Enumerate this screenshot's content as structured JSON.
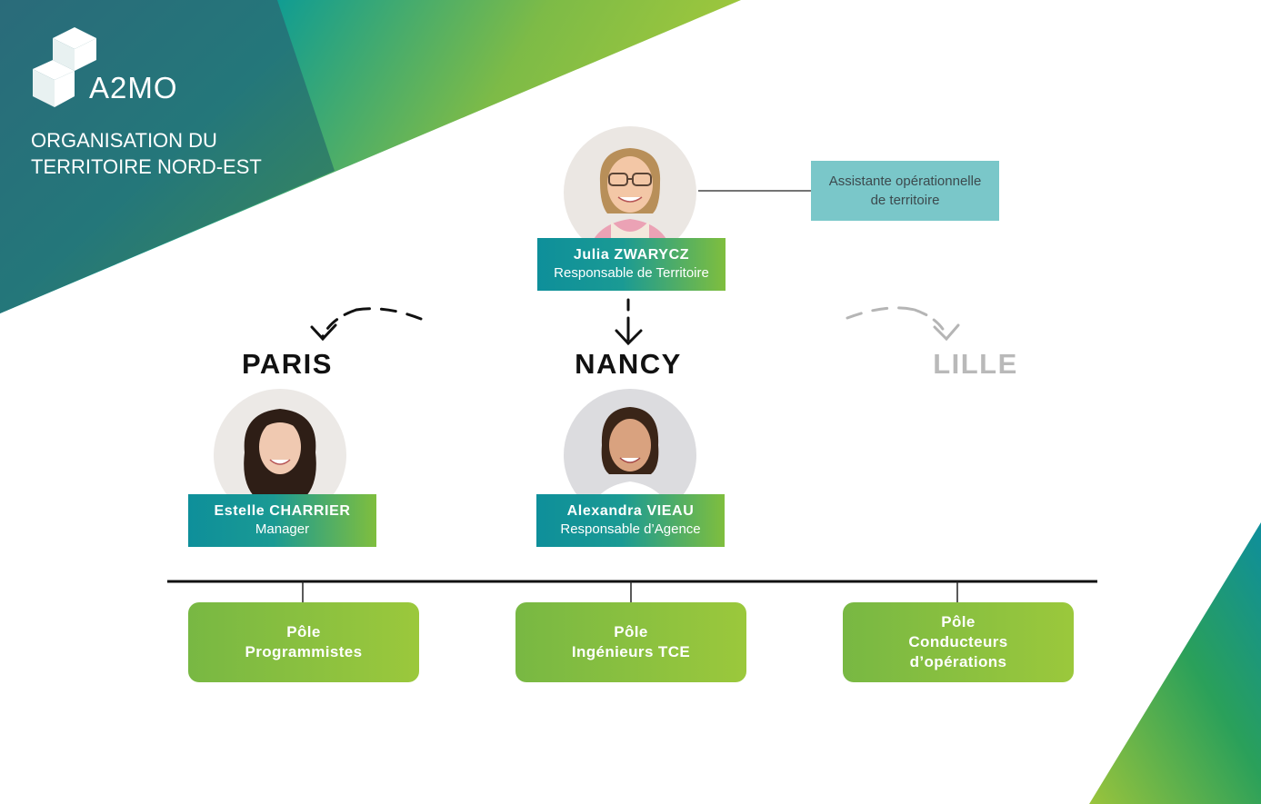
{
  "brand": {
    "name": "A2MO"
  },
  "title": {
    "line1": "ORGANISATION DU",
    "line2": "TERRITOIRE NORD-EST"
  },
  "head": {
    "name": "Julia ZWARYCZ",
    "role": "Responsable de Territoire"
  },
  "assistant": {
    "line1": "Assistante opérationnelle",
    "line2": "de territoire"
  },
  "cities": {
    "paris": "PARIS",
    "nancy": "NANCY",
    "lille": "LILLE"
  },
  "paris_manager": {
    "name": "Estelle CHARRIER",
    "role": "Manager"
  },
  "nancy_manager": {
    "name": "Alexandra VIEAU",
    "role": "Responsable d’Agence"
  },
  "poles": [
    {
      "line1": "Pôle",
      "line2": "Programmistes",
      "line3": ""
    },
    {
      "line1": "Pôle",
      "line2": "Ingénieurs TCE",
      "line3": ""
    },
    {
      "line1": "Pôle",
      "line2": "Conducteurs",
      "line3": "d’opérations"
    }
  ],
  "colors": {
    "teal": "#0e8f9a",
    "green": "#9bc83c",
    "assistant_box": "#7ac7c9",
    "lille_text": "#b9b9b9",
    "city_text": "#111111"
  }
}
